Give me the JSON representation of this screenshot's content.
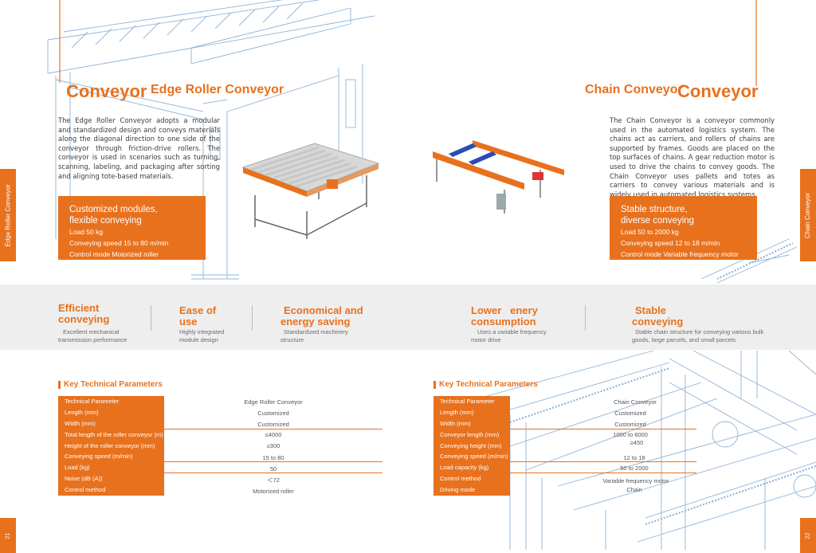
{
  "left": {
    "tab_label": "Edge Roller Conveyor",
    "title_big": "Conveyor",
    "title_mid": "Edge Roller Conveyor",
    "description": "The Edge Roller Conveyor adopts a modular and standardized design and conveys materials along the diagonal direction to one side of the conveyor through friction-drive rollers. The conveyor is used in scenarios such as turning, scanning, labeling, and packaging after sorting and aligning tote-based materials.",
    "feature_title_1": "Customized modules,",
    "feature_title_2": "flexible conveying",
    "features": [
      "Load 50 kg",
      "Conveying speed 15 to 80 m/min",
      "Control mode Motorized roller"
    ],
    "page_number": "21"
  },
  "right": {
    "tab_label": "Chain Conveyor",
    "title_mid": "Chain Conveyor",
    "title_big": "Conveyor",
    "description": "The Chain Conveyor is a conveyor commonly used in the automated logistics system. The chains act as carriers, and rollers of chains are supported by frames. Goods are placed on the top surfaces of chains. A gear reduction motor is used to drive the chains to convey goods. The Chain Conveyor uses pallets and totes as carriers to convey various materials and is widely used in automated logistics systems.",
    "feature_title_1": "Stable structure,",
    "feature_title_2": "diverse conveying",
    "features": [
      "Load 50 to 2000 kg",
      "Conveying speed 12 to 18 m/min",
      "Control mode Variable frequency motor"
    ],
    "page_number": "22"
  },
  "band": [
    {
      "t1": "Efficient",
      "t2": "conveying",
      "d1": "Excellent mechanical",
      "d2": "transmission performance"
    },
    {
      "t1": "Ease of",
      "t2": "use",
      "d1": "Highly integrated",
      "d2": "module design"
    },
    {
      "t1": "Economical and",
      "t2": "energy saving",
      "d1": "Standardized machinery",
      "d2": "structure"
    },
    {
      "t1": "Lower   enery",
      "t2": "consumption",
      "d1": "Uses a variable frequency",
      "d2": "motor drive"
    },
    {
      "t1": "Stable",
      "t2": "conveying",
      "d1": "Stable chain structure for conveying various bulk",
      "d2": "goods, large parcels, and small parcels"
    }
  ],
  "tables": {
    "left_title": "Key Technical Parameters",
    "left_header": [
      "Technical Parameter",
      "Edge Roller Conveyor"
    ],
    "left_rows": [
      [
        "Length (mm)",
        "Customized"
      ],
      [
        "Width (mm)",
        "Customized"
      ],
      [
        "Total length of the roller conveyor (m)",
        "≤4000"
      ],
      [
        "Height of the roller conveyor (mm)",
        "≥300"
      ],
      [
        "Conveying speed (m/min)",
        "15 to 80"
      ],
      [
        "Load (kg)",
        "50"
      ],
      [
        "Noise (dB (A))",
        "＜72"
      ],
      [
        "Control method",
        "Motorized roller"
      ]
    ],
    "right_title": "Key Technical Parameters",
    "right_header": [
      "Technical Parameter",
      "Chain Conveyor"
    ],
    "right_rows": [
      [
        "Length (mm)",
        "Customized"
      ],
      [
        "Width (mm)",
        "Customized"
      ],
      [
        "Conveyor length (mm)",
        "1000 to 6000"
      ],
      [
        "Conveying height (mm)",
        "≥450"
      ],
      [
        "Conveying speed (m/min)",
        "12 to 18"
      ],
      [
        "Load capacity (kg)",
        "50 to 2000"
      ],
      [
        "Control method",
        "Variable frequency motor"
      ],
      [
        "Driving mode",
        "Chain"
      ]
    ]
  }
}
